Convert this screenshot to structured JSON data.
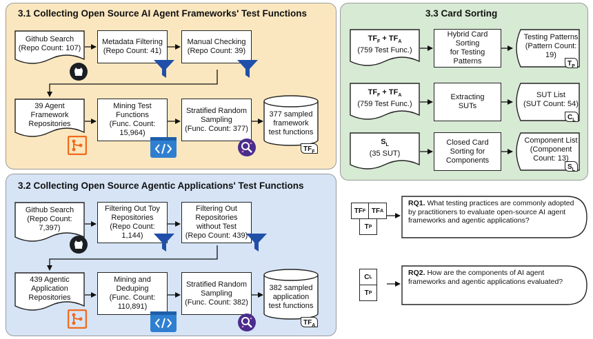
{
  "panel1": {
    "title": "3.1 Collecting Open Source AI Agent Frameworks' Test Functions",
    "step1": [
      "Github Search",
      "(Repo Count: 107)"
    ],
    "step2": [
      "Metadata Filtering",
      "(Repo Count: 41)"
    ],
    "step3": [
      "Manual Checking",
      "(Repo Count: 39)"
    ],
    "step4": [
      "39 Agent",
      "Framework",
      "Repositories"
    ],
    "step5": [
      "Mining Test",
      "Functions",
      "(Func. Count:",
      "15,964)"
    ],
    "step6": [
      "Stratified Random",
      "Sampling",
      "(Func. Count: 377)"
    ],
    "step7": [
      "377 sampled",
      "framework",
      "test functions"
    ],
    "tag": {
      "main": "TF",
      "sub": "F"
    }
  },
  "panel2": {
    "title": "3.2 Collecting Open Source Agentic Applications' Test Functions",
    "step1": [
      "Github Search",
      "(Repo Count:",
      "7,397)"
    ],
    "step2": [
      "Filtering Out Toy",
      "Repositories",
      "(Repo Count:",
      "1,144)"
    ],
    "step3": [
      "Filtering Out",
      "Repositories",
      "without Test",
      "(Repo Count: 439)"
    ],
    "step4": [
      "439 Agentic",
      "Application",
      "Repositories"
    ],
    "step5": [
      "Mining  and",
      "Deduping",
      "(Func. Count:",
      "110,891)"
    ],
    "step6": [
      "Stratified Random",
      "Sampling",
      "(Func. Count: 382)"
    ],
    "step7": [
      "382 sampled",
      "application",
      "test functions"
    ],
    "tag": {
      "main": "TF",
      "sub": "A"
    }
  },
  "panel3": {
    "title": "3.3 Card Sorting",
    "row1": {
      "input_main": "TF",
      "input_sub1": "F",
      "plus": " + ",
      "input_main2": "TF",
      "input_sub2": "A",
      "input_note": "(759 Test Func.)",
      "process": [
        "Hybrid Card",
        "Sorting",
        "for Testing",
        "Patterns"
      ],
      "output": [
        "Testing Patterns",
        "(Pattern Count:",
        "19)"
      ],
      "tag": {
        "main": "T",
        "sub": "P"
      }
    },
    "row2": {
      "input_main": "TF",
      "input_sub1": "F",
      "plus": " + ",
      "input_main2": "TF",
      "input_sub2": "A",
      "input_note": "(759 Test Func.)",
      "process": [
        "Extracting",
        "SUTs"
      ],
      "output": [
        "SUT List",
        "(SUT Count: 54)"
      ],
      "tag": {
        "main": "C",
        "sub": "L"
      }
    },
    "row3": {
      "input_main": "S",
      "input_sub1": "L",
      "input_note": "(35 SUT)",
      "process": [
        "Closed Card",
        "Sorting for",
        "Components"
      ],
      "output": [
        "Component List",
        "(Component",
        "Count: 13)"
      ],
      "tag": {
        "main": "S",
        "sub": "L"
      }
    }
  },
  "rq1": {
    "cells": [
      {
        "main": "TF",
        "sub": "F"
      },
      {
        "main": "TF",
        "sub": "A"
      },
      {
        "main": "T",
        "sub": "P"
      }
    ],
    "label": "RQ1.",
    "text": "What testing practices are commonly adopted by practitioners to evaluate open-source AI agent frameworks and agentic applications?"
  },
  "rq2": {
    "cells": [
      {
        "main": "C",
        "sub": "L"
      },
      {
        "main": "T",
        "sub": "P"
      }
    ],
    "label": "RQ2.",
    "text": "How are the components of AI agent frameworks and agentic applications evaluated?"
  },
  "colors": {
    "panel1_bg": "#fbe7bf",
    "panel2_bg": "#d6e4f6",
    "panel3_bg": "#d7ead4",
    "filter_icon": "#1f4fa8",
    "code_icon": "#2f7fd1",
    "git_icon": "#f26a1b",
    "magnify_icon": "#4a2d8c"
  },
  "icons": [
    "github-icon",
    "filter-funnel-icon",
    "git-graph-icon",
    "code-brackets-icon",
    "sampling-magnifier-icon"
  ]
}
